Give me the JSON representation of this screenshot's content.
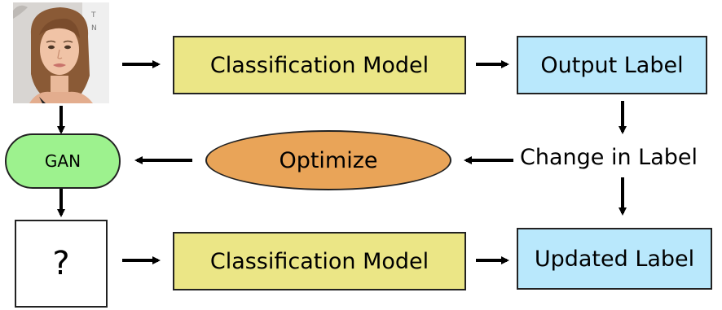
{
  "diagram": {
    "top_model_label": "Classification Model",
    "output_label": "Output Label",
    "change_label": "Change in Label",
    "optimize_label": "Optimize",
    "gan_label": "GAN",
    "question_mark": "?",
    "bottom_model_label": "Classification Model",
    "updated_label": "Updated Label"
  },
  "colors": {
    "model_box": "#ebe686",
    "label_box": "#b9e8fc",
    "gan_box": "#9df28e",
    "optimize_ellipse": "#e9a458"
  }
}
